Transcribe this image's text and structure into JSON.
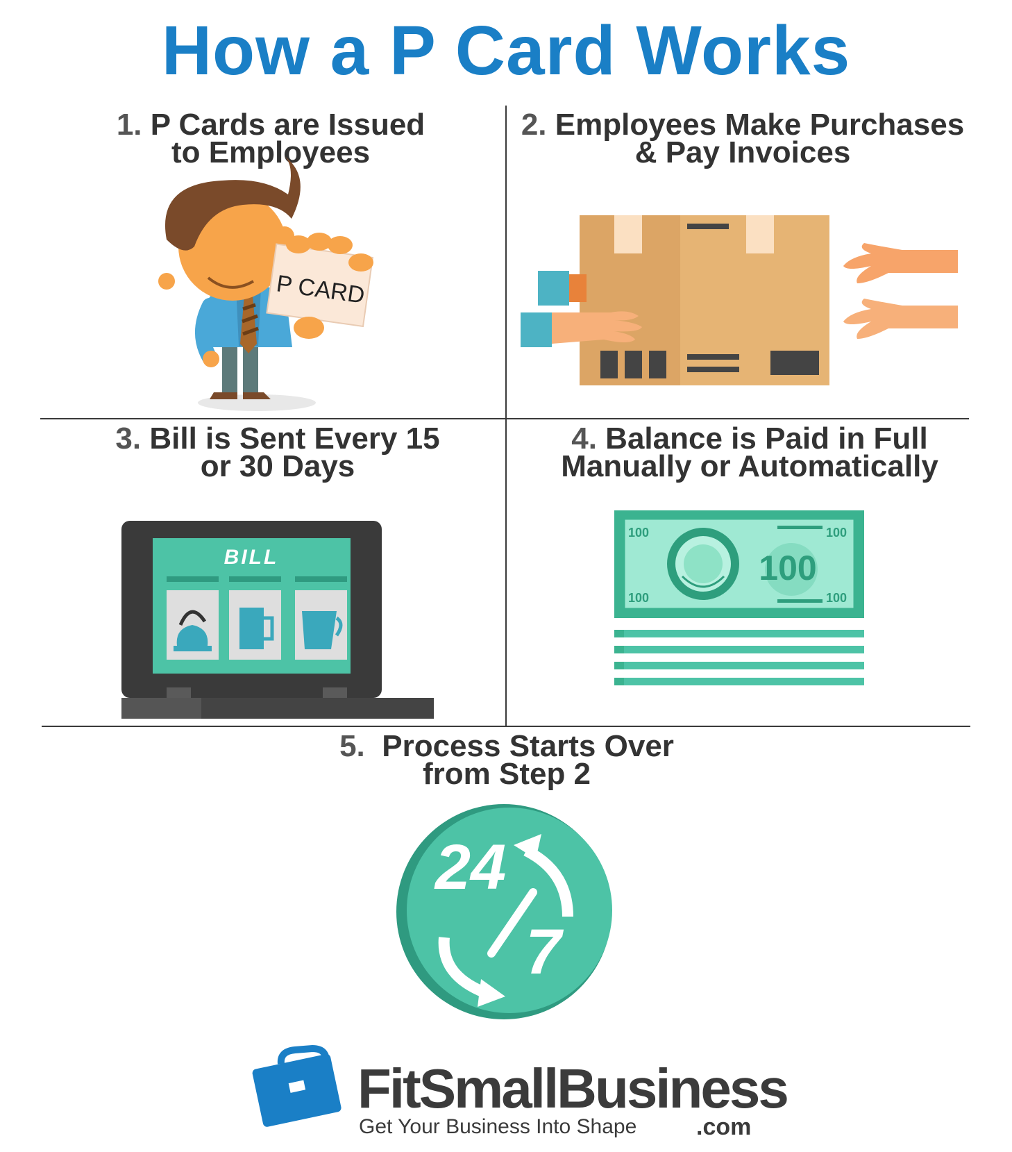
{
  "title": "How a P Card Works",
  "steps": [
    {
      "num": "1.",
      "line1": "P Cards are Issued",
      "line2": "to Employees"
    },
    {
      "num": "2.",
      "line1": "Employees Make Purchases",
      "line2": "& Pay Invoices"
    },
    {
      "num": "3.",
      "line1": "Bill is Sent Every 15",
      "line2": "or 30 Days"
    },
    {
      "num": "4.",
      "line1": "Balance is Paid in Full",
      "line2": "Manually or Automatically"
    },
    {
      "num": "5.",
      "line1": "Process Starts Over",
      "line2": "from Step 2"
    }
  ],
  "illustrations": {
    "card_label": "P CARD",
    "bill_label": "BILL",
    "note_value": "100",
    "note_corner": "100",
    "clock_24": "24",
    "clock_7": "7"
  },
  "brand": {
    "name": "FitSmallBusiness",
    "tagline": "Get Your Business Into Shape",
    "suffix": ".com"
  },
  "colors": {
    "title_blue": "#1a7fc6",
    "teal": "#4dc3a6",
    "skin_orange": "#f7a44a",
    "box_tan": "#e6b474",
    "brand_blue": "#1a7fc6"
  }
}
